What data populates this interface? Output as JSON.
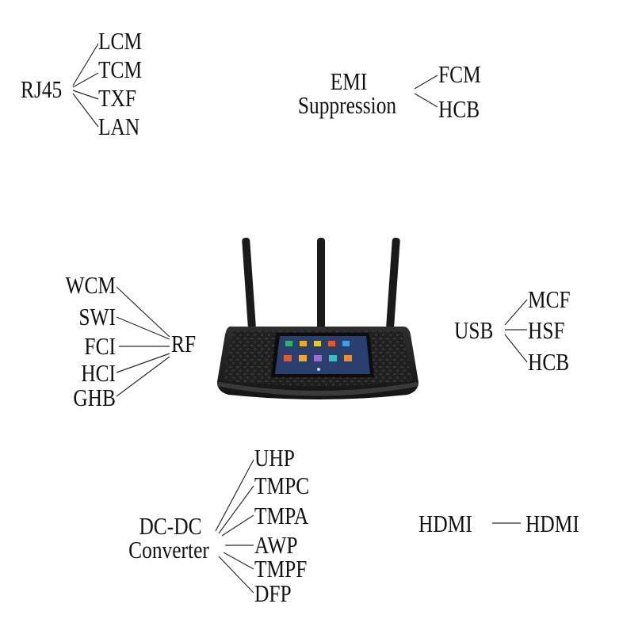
{
  "groups": {
    "rj45": {
      "hub": "RJ45",
      "items": [
        "LCM",
        "TCM",
        "TXF",
        "LAN"
      ]
    },
    "emi": {
      "hub_line1": "EMI",
      "hub_line2": "Suppression",
      "items": [
        "FCM",
        "HCB"
      ]
    },
    "rf": {
      "hub": "RF",
      "items": [
        "WCM",
        "SWI",
        "FCI",
        "HCI",
        "GHB"
      ]
    },
    "usb": {
      "hub": "USB",
      "items": [
        "MCF",
        "HSF",
        "HCB"
      ]
    },
    "dcdc": {
      "hub_line1": "DC-DC",
      "hub_line2": "Converter",
      "items": [
        "UHP",
        "TMPC",
        "TMPA",
        "AWP",
        "TMPF",
        "DFP"
      ]
    },
    "hdmi": {
      "hub": "HDMI",
      "items": [
        "HDMI"
      ]
    }
  },
  "colors": {
    "text": "#111111",
    "lines": "#2a2a2a",
    "router_body": "#1c1c1c",
    "screen": "#2b3f6e"
  },
  "icons": {
    "device": "router-icon",
    "screen": "touchscreen-icon"
  }
}
